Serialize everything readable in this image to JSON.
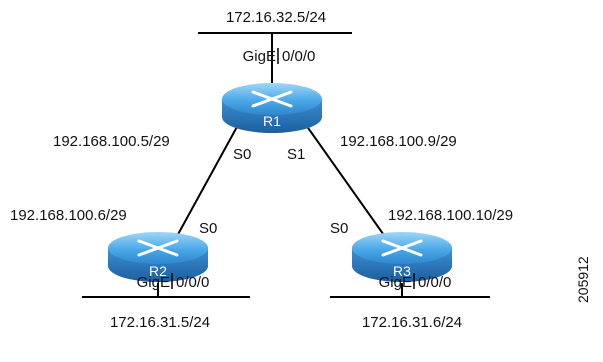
{
  "routers": {
    "r1": {
      "name": "R1",
      "lan_ip": "172.16.32.5/24",
      "lan_if": "GigE",
      "lan_port": "0/0/0",
      "s0_label": "S0",
      "s0_ip": "192.168.100.5/29",
      "s1_label": "S1",
      "s1_ip": "192.168.100.9/29"
    },
    "r2": {
      "name": "R2",
      "s0_label": "S0",
      "s0_ip": "192.168.100.6/29",
      "lan_if": "GigE",
      "lan_port": "0/0/0",
      "lan_ip": "172.16.31.5/24"
    },
    "r3": {
      "name": "R3",
      "s0_label": "S0",
      "s0_ip": "192.168.100.10/29",
      "lan_if": "GigE",
      "lan_port": "0/0/0",
      "lan_ip": "172.16.31.6/24"
    }
  },
  "figure_id": "205912",
  "colors": {
    "router_top": "#4aa8e8",
    "router_side": "#2a78b8",
    "line": "#000000"
  }
}
